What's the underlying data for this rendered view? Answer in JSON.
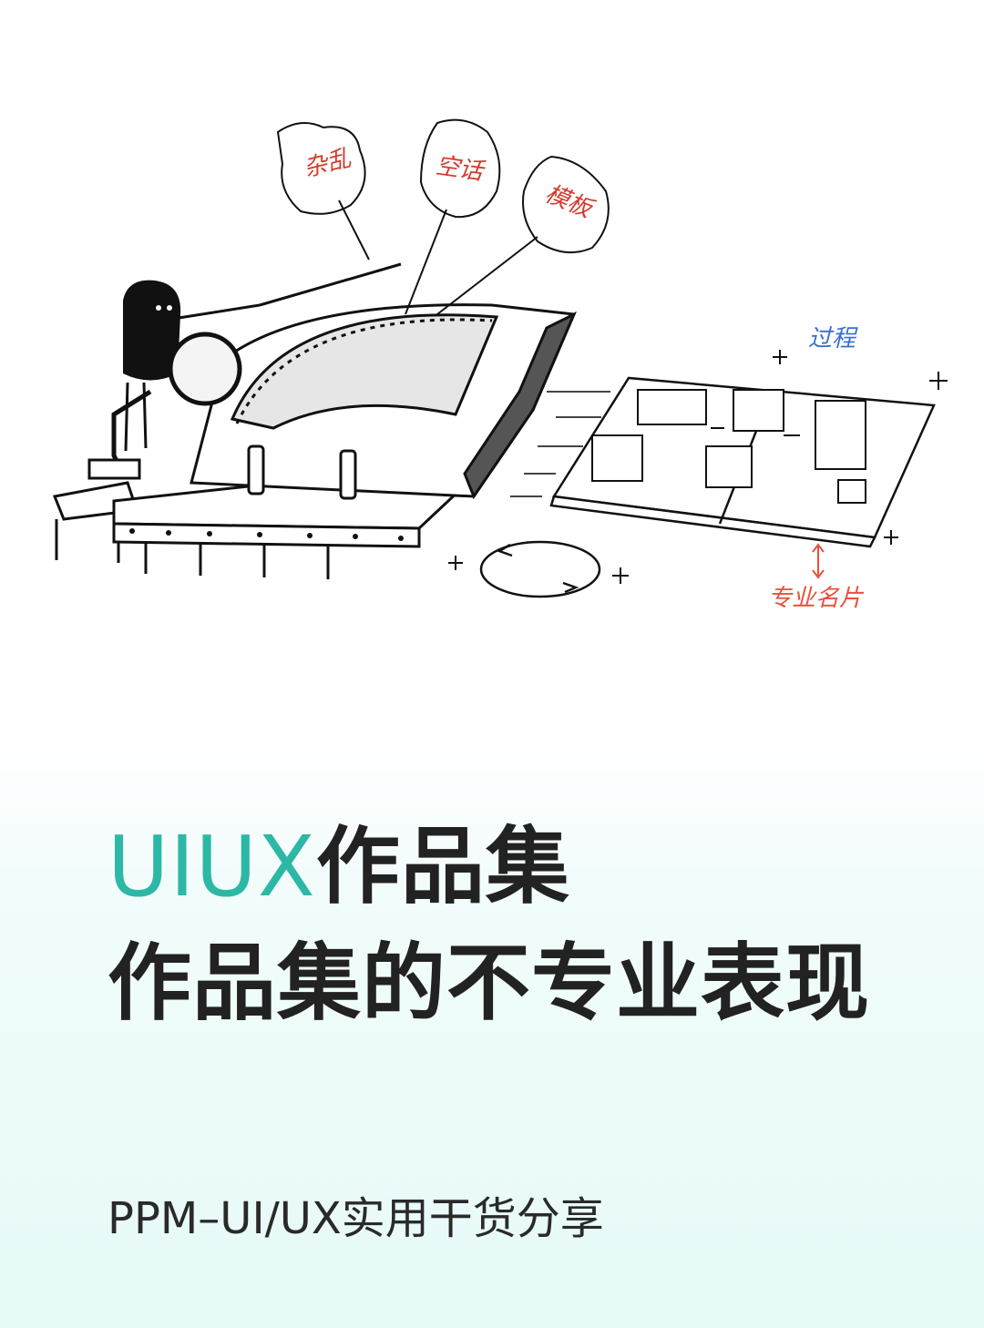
{
  "illustration": {
    "tags": [
      "杂乱",
      "空话",
      "模板"
    ],
    "process_label": "过程",
    "professional_label": "专业名片",
    "tag_color": "#d23b2e",
    "process_color": "#3a6fd0",
    "professional_color": "#e8503a"
  },
  "title": {
    "accent_text": "UIUX",
    "line1_rest": "作品集",
    "line2": "作品集的不专业表现",
    "accent_color": "#2db8a6",
    "text_color": "#222222"
  },
  "subtitle": "PPM–UI/UX实用干货分享"
}
